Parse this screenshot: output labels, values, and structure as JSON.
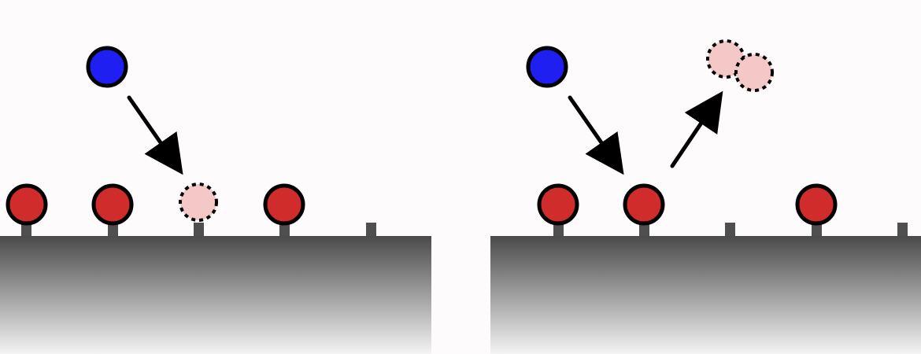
{
  "colors": {
    "background": "#fdfbfc",
    "incoming_particle": "#1f1ff2",
    "surface_atom": "#d12c2c",
    "removed_atom": "#f5c8c8",
    "outline": "#000000",
    "substrate_top": "#4a4a4a",
    "substrate_bottom": "#f4f4f4",
    "post": "#4f4f4f"
  },
  "panels": [
    {
      "id": "left",
      "site_states": [
        "occupied",
        "occupied",
        "removed",
        "occupied",
        "empty"
      ]
    },
    {
      "id": "right",
      "site_states": [
        "occupied",
        "occupied",
        "empty",
        "occupied",
        "empty"
      ]
    }
  ]
}
